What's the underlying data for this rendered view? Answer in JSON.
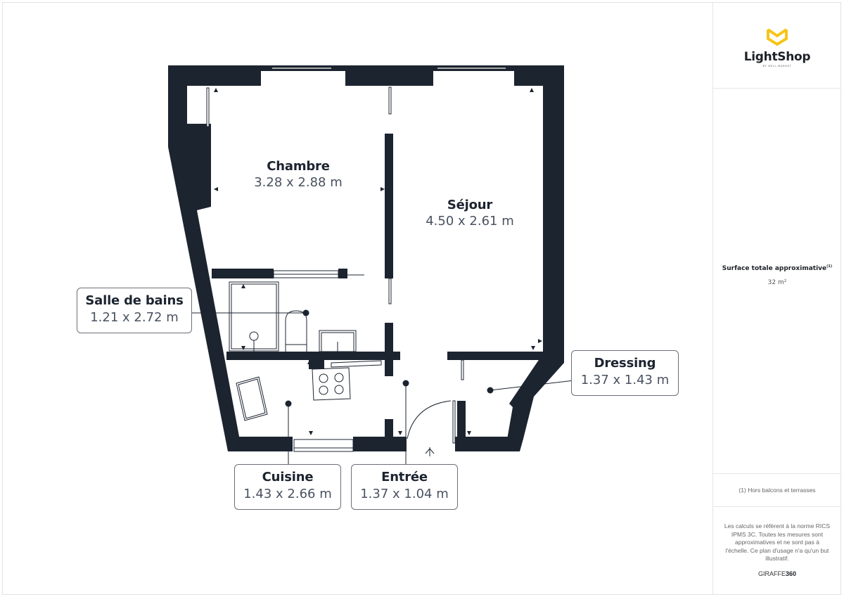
{
  "brand": {
    "name": "LightShop",
    "tagline": "BY NELL-MARKET",
    "accent_color": "#f5c518"
  },
  "summary": {
    "surface_title": "Surface totale approximative",
    "surface_footnote_ref": "(1)",
    "surface_value": "32 m²",
    "footnote": "(1) Hors balcons et terrasses",
    "disclaimer": "Les calculs se réfèrent à la norme RICS IPMS 3C. Toutes les mesures sont approximatives et ne sont pas à l'échelle. Ce plan d'usage n'a qu'un but illustratif.",
    "provider_prefix": "GIRAFFE",
    "provider_suffix": "360"
  },
  "plan": {
    "wall_color": "#1c2430",
    "rooms": [
      {
        "id": "chambre",
        "name": "Chambre",
        "dims": "3.28 x 2.88 m"
      },
      {
        "id": "sejour",
        "name": "Séjour",
        "dims": "4.50 x 2.61 m"
      },
      {
        "id": "salle-de-bains",
        "name": "Salle de bains",
        "dims": "1.21 x 2.72 m"
      },
      {
        "id": "dressing",
        "name": "Dressing",
        "dims": "1.37 x 1.43 m"
      },
      {
        "id": "cuisine",
        "name": "Cuisine",
        "dims": "1.43 x 2.66 m"
      },
      {
        "id": "entree",
        "name": "Entrée",
        "dims": "1.37 x 1.04 m"
      }
    ]
  }
}
